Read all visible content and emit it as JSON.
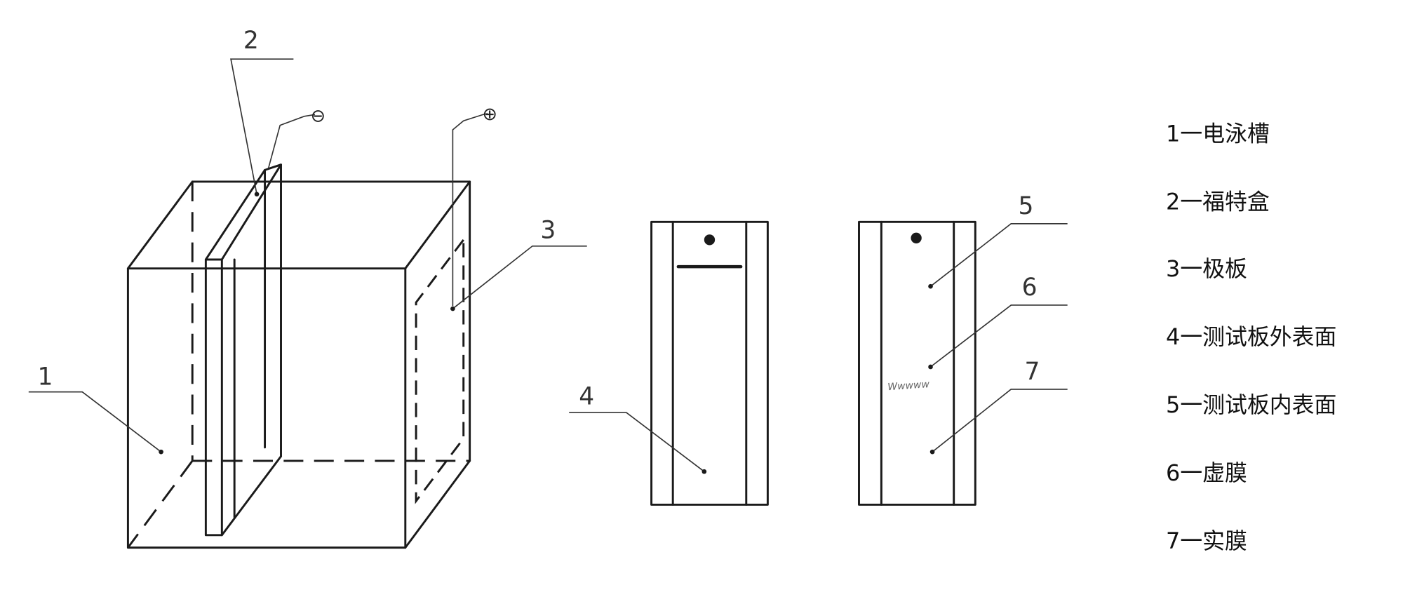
{
  "labels": {
    "l1": "1",
    "l2": "2",
    "l3": "3",
    "l4": "4",
    "l5": "5",
    "l6": "6",
    "l7": "7"
  },
  "terminals": {
    "negative": "⊖",
    "positive": "⊕"
  },
  "legend": {
    "items": [
      "1一电泳槽",
      "2一福特盒",
      "3一极板",
      "4一测试板外表面",
      "5一测试板内表面",
      "6一虚膜",
      "7一实膜"
    ]
  },
  "mark_text": "Wwwww"
}
